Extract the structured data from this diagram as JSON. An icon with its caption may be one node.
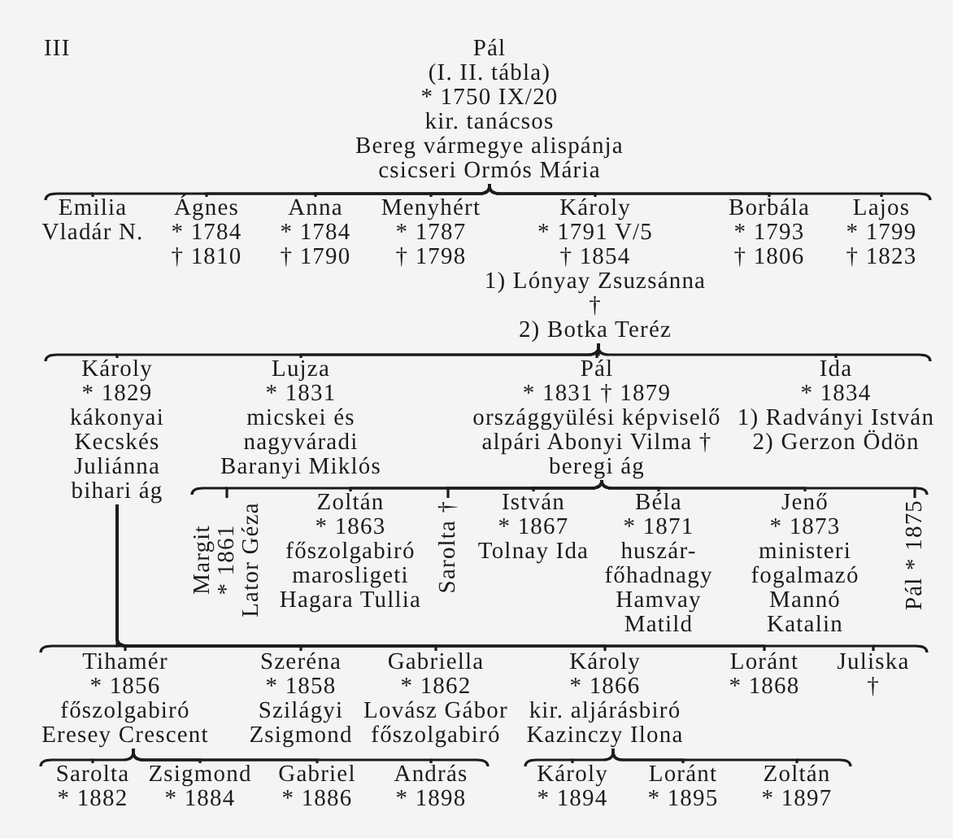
{
  "diagram": {
    "nodes": [
      {
        "text": [
          "Pál",
          "(I. II. tábla)",
          "* 1750 IX/20",
          "kir. tanácsos",
          "Bereg vármegye alispánja",
          "csicseri Ormós Mária"
        ]
      },
      {
        "text": [
          "Emilia",
          "Vladár N."
        ]
      },
      {
        "text": [
          "Ágnes",
          "* 1784",
          "† 1810"
        ]
      },
      {
        "text": [
          "Anna",
          "* 1784",
          "† 1790"
        ]
      },
      {
        "text": [
          "Menyhért",
          "* 1787",
          "† 1798"
        ]
      },
      {
        "text": [
          "Károly",
          "* 1791 V/5",
          "† 1854",
          "1) Lónyay Zsuzsánna",
          "†",
          "2) Botka Teréz"
        ]
      },
      {
        "text": [
          "Borbála",
          "* 1793",
          "† 1806"
        ]
      },
      {
        "text": [
          "Lajos",
          "* 1799",
          "† 1823"
        ]
      },
      {
        "text": [
          "Károly",
          "* 1829",
          "kákonyai Kecskés Juliánna",
          "bihari ág"
        ]
      },
      {
        "text": [
          "Lujza",
          "* 1831",
          "micskei és nagyváradi Baranyi Miklós"
        ]
      },
      {
        "text": [
          "Pál",
          "* 1831 † 1879",
          "országgyülési képviselő",
          "alpári Abonyi Vilma †",
          "beregi ág"
        ]
      },
      {
        "text": [
          "Ida",
          "* 1834",
          "1) Radványi István",
          "2) Gerzon Ödön"
        ]
      },
      {
        "text": [
          "Margit",
          "* 1861",
          "Lator Géza"
        ]
      },
      {
        "text": [
          "Zoltán",
          "* 1863",
          "főszolgabiró",
          "marosligeti Hagara Tullia"
        ]
      },
      {
        "text": [
          "Sarolta †"
        ]
      },
      {
        "text": [
          "István",
          "* 1867",
          "Tolnay Ida"
        ]
      },
      {
        "text": [
          "Béla",
          "* 1871",
          "huszár-főhadnagy",
          "Hamvay Matild"
        ]
      },
      {
        "text": [
          "Jenő",
          "* 1873",
          "ministeri fogalmazó",
          "Mannó Katalin"
        ]
      },
      {
        "text": [
          "Pál * 1875"
        ]
      },
      {
        "text": [
          "Tihamér",
          "* 1856",
          "főszolgabiró",
          "Eresey Crescent"
        ]
      },
      {
        "text": [
          "Szeréna",
          "* 1858",
          "Szilágyi Zsigmond"
        ]
      },
      {
        "text": [
          "Gabriella",
          "* 1862",
          "Lovász Gábor",
          "főszolgabiró"
        ]
      },
      {
        "text": [
          "Károly",
          "* 1866",
          "kir. aljárásbiró",
          "Kazinczy Ilona"
        ]
      },
      {
        "text": [
          "Loránt",
          "* 1868"
        ]
      },
      {
        "text": [
          "Juliska",
          "†"
        ]
      },
      {
        "text": [
          "Sarolta",
          "* 1882"
        ]
      },
      {
        "text": [
          "Zsigmond",
          "* 1884"
        ]
      },
      {
        "text": [
          "Gabriel",
          "* 1886"
        ]
      },
      {
        "text": [
          "András",
          "* 1898"
        ]
      },
      {
        "text": [
          "Károly",
          "* 1894"
        ]
      },
      {
        "text": [
          "Loránt",
          "* 1895"
        ]
      },
      {
        "text": [
          "Zoltán",
          "* 1897"
        ]
      }
    ],
    "edges": [
      {
        "from": 0,
        "to": 1,
        "arrow": "none"
      },
      {
        "from": 0,
        "to": 2,
        "arrow": "none"
      },
      {
        "from": 0,
        "to": 3,
        "arrow": "none"
      },
      {
        "from": 0,
        "to": 4,
        "arrow": "none"
      },
      {
        "from": 0,
        "to": 5,
        "arrow": "none"
      },
      {
        "from": 0,
        "to": 6,
        "arrow": "none"
      },
      {
        "from": 0,
        "to": 7,
        "arrow": "none"
      },
      {
        "from": 5,
        "to": 8,
        "arrow": "none"
      },
      {
        "from": 5,
        "to": 9,
        "arrow": "none"
      },
      {
        "from": 5,
        "to": 10,
        "arrow": "none"
      },
      {
        "from": 5,
        "to": 11,
        "arrow": "none"
      },
      {
        "from": 10,
        "to": 12,
        "arrow": "none"
      },
      {
        "from": 10,
        "to": 13,
        "arrow": "none"
      },
      {
        "from": 10,
        "to": 14,
        "arrow": "none"
      },
      {
        "from": 10,
        "to": 15,
        "arrow": "none"
      },
      {
        "from": 10,
        "to": 16,
        "arrow": "none"
      },
      {
        "from": 10,
        "to": 17,
        "arrow": "none"
      },
      {
        "from": 10,
        "to": 18,
        "arrow": "none"
      },
      {
        "from": 8,
        "to": 19,
        "arrow": "none"
      },
      {
        "from": 8,
        "to": 20,
        "arrow": "none"
      },
      {
        "from": 8,
        "to": 21,
        "arrow": "none"
      },
      {
        "from": 8,
        "to": 22,
        "arrow": "none"
      },
      {
        "from": 8,
        "to": 23,
        "arrow": "none"
      },
      {
        "from": 8,
        "to": 24,
        "arrow": "none"
      },
      {
        "from": 19,
        "to": 25,
        "arrow": "none"
      },
      {
        "from": 19,
        "to": 26,
        "arrow": "none"
      },
      {
        "from": 19,
        "to": 27,
        "arrow": "none"
      },
      {
        "from": 19,
        "to": 28,
        "arrow": "none"
      },
      {
        "from": 22,
        "to": 29,
        "arrow": "none"
      },
      {
        "from": 22,
        "to": 30,
        "arrow": "none"
      },
      {
        "from": 22,
        "to": 31,
        "arrow": "none"
      }
    ],
    "labels": [
      "III"
    ]
  }
}
